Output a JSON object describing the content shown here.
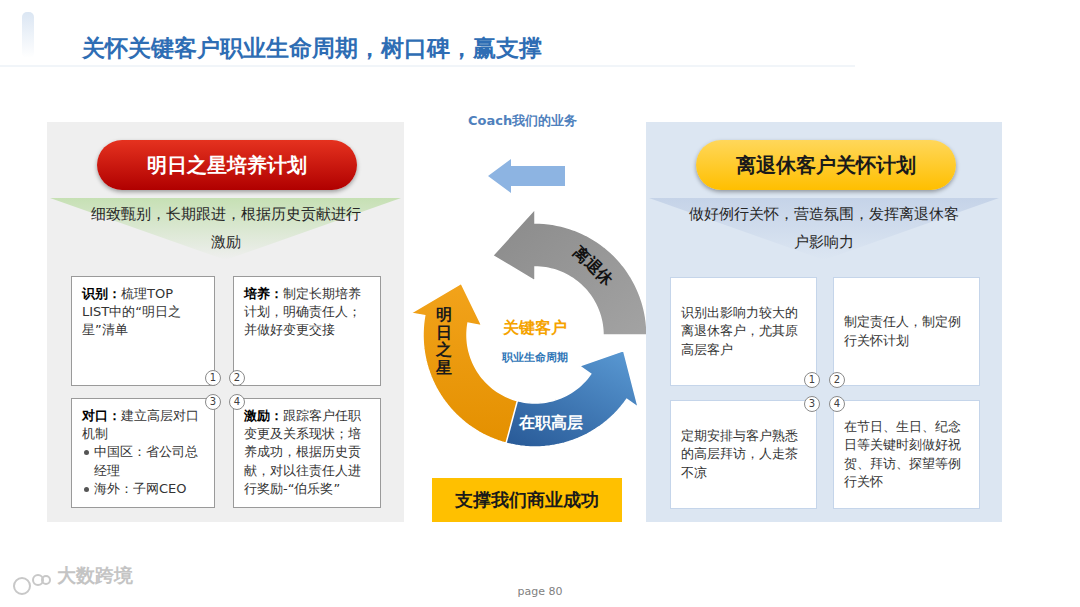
{
  "diagram": {
    "title": "关怀关键客户职业生命周期，树口碑，赢支撑",
    "nodes": [
      {
        "text": [
          "明日之星培养计划",
          "细致甄别，长期跟进，根据历史贡献进行激励"
        ]
      },
      {
        "text": [
          "识别：",
          "梳理TOP LIST中的“明日之星”清单"
        ],
        "in": 0
      },
      {
        "text": [
          "培养：",
          "制定长期培养计划，明确责任人；并做好变更交接"
        ],
        "in": 0
      },
      {
        "text": [
          "对口：",
          "建立高层对口机制",
          "中国区：省公司总经理",
          "海外：子网CEO"
        ],
        "in": 0
      },
      {
        "text": [
          "激励：",
          "跟踪客户任职变更及关系现状；培养成功，根据历史贡献，对以往责任人进行奖励-“伯乐奖”"
        ],
        "in": 0
      },
      {
        "text": [
          "明日之星"
        ]
      },
      {
        "text": [
          "离退休"
        ]
      },
      {
        "text": [
          "在职高层"
        ]
      },
      {
        "text": [
          "支撑我们商业成功"
        ]
      },
      {
        "text": [
          "离退休客户关怀计划",
          "做好例行关怀，营造氛围，发挥离退休客户影响力"
        ]
      },
      {
        "text": [
          "识别出影响力较大的离退休客户，尤其原高层客户"
        ],
        "in": 9
      },
      {
        "text": [
          "制定责任人，制定例行关怀计划"
        ],
        "in": 9
      },
      {
        "text": [
          "定期安排与客户熟悉的高层拜访，人走茶不凉"
        ],
        "in": 9
      },
      {
        "text": [
          "在节日、生日、纪念日等关键时刻做好祝贺、拜访、探望等例行关怀"
        ],
        "in": 9
      }
    ],
    "labels": [
      "Coach我们的业务",
      "关键客户",
      "职业生命周期",
      "1",
      "2",
      "3",
      "4",
      "1",
      "2",
      "3",
      "4",
      "page 80",
      "大数跨境"
    ]
  }
}
